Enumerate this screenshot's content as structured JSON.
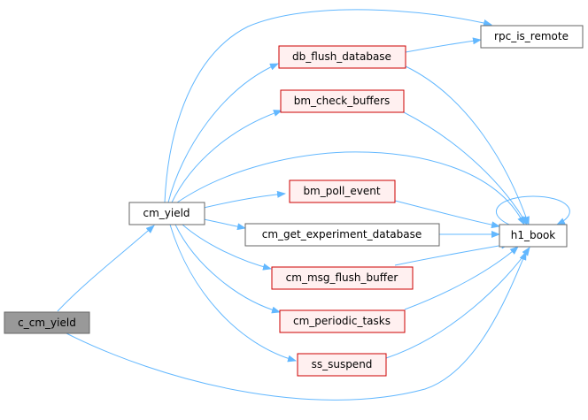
{
  "colors": {
    "edge": "#63b8ff",
    "node_border_default": "#666666",
    "node_fill_default": "#ffffff",
    "node_border_error": "#cc0000",
    "node_fill_error": "#fff0f0",
    "node_fill_focus": "#999999",
    "node_border_focus": "#666666"
  },
  "nodes": {
    "c_cm_yield": {
      "label": "c_cm_yield",
      "style": "focus"
    },
    "cm_yield": {
      "label": "cm_yield",
      "style": "default"
    },
    "rpc_is_remote": {
      "label": "rpc_is_remote",
      "style": "default"
    },
    "db_flush_database": {
      "label": "db_flush_database",
      "style": "error"
    },
    "bm_check_buffers": {
      "label": "bm_check_buffers",
      "style": "error"
    },
    "bm_poll_event": {
      "label": "bm_poll_event",
      "style": "error"
    },
    "cm_get_experiment_database": {
      "label": "cm_get_experiment_database",
      "style": "default"
    },
    "cm_msg_flush_buffer": {
      "label": "cm_msg_flush_buffer",
      "style": "error"
    },
    "cm_periodic_tasks": {
      "label": "cm_periodic_tasks",
      "style": "error"
    },
    "ss_suspend": {
      "label": "ss_suspend",
      "style": "error"
    },
    "h1_book": {
      "label": "h1_book",
      "style": "default"
    }
  },
  "edges": [
    {
      "from": "c_cm_yield",
      "to": "cm_yield"
    },
    {
      "from": "c_cm_yield",
      "to": "h1_book"
    },
    {
      "from": "cm_yield",
      "to": "rpc_is_remote"
    },
    {
      "from": "cm_yield",
      "to": "db_flush_database"
    },
    {
      "from": "cm_yield",
      "to": "bm_check_buffers"
    },
    {
      "from": "cm_yield",
      "to": "h1_book"
    },
    {
      "from": "cm_yield",
      "to": "bm_poll_event"
    },
    {
      "from": "cm_yield",
      "to": "cm_get_experiment_database"
    },
    {
      "from": "cm_yield",
      "to": "cm_msg_flush_buffer"
    },
    {
      "from": "cm_yield",
      "to": "cm_periodic_tasks"
    },
    {
      "from": "cm_yield",
      "to": "ss_suspend"
    },
    {
      "from": "db_flush_database",
      "to": "rpc_is_remote"
    },
    {
      "from": "db_flush_database",
      "to": "h1_book"
    },
    {
      "from": "bm_check_buffers",
      "to": "h1_book"
    },
    {
      "from": "bm_poll_event",
      "to": "h1_book"
    },
    {
      "from": "cm_get_experiment_database",
      "to": "h1_book"
    },
    {
      "from": "cm_msg_flush_buffer",
      "to": "h1_book"
    },
    {
      "from": "cm_periodic_tasks",
      "to": "h1_book"
    },
    {
      "from": "ss_suspend",
      "to": "h1_book"
    },
    {
      "from": "h1_book",
      "to": "h1_book"
    }
  ]
}
